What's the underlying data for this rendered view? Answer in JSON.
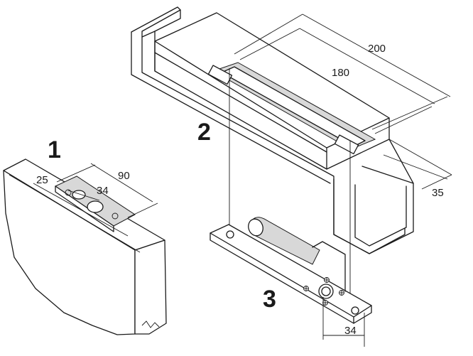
{
  "part_numbers": [
    "1",
    "2",
    "3"
  ],
  "dimensions": {
    "door_strike": [
      "25",
      "90",
      "34"
    ],
    "lock_body_length_outer": "200",
    "lock_body_length_inner": "180",
    "lock_body_depth": "35",
    "armature_plate": "34"
  }
}
